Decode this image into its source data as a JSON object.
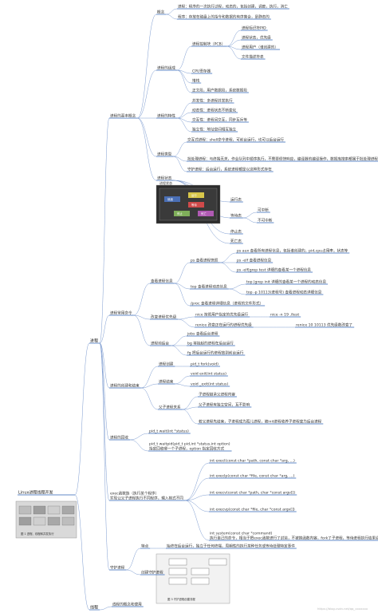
{
  "root": {
    "label": "Linux进程线程开发"
  },
  "main": {
    "label": "进程"
  },
  "branches": {
    "basic": {
      "label": "进程的基本概念",
      "concept": {
        "label": "概念",
        "items": [
          "进程：程序的一次执行过程，动态的，包括创建，调度，执行，消亡",
          "程序：存放在磁盘上的指令和数据的有序集合，是静态的"
        ]
      },
      "composition": {
        "label": "进程的组成",
        "pcb": {
          "label": "进程控制块（PCB）",
          "items": [
            "进程标识符PID",
            "进程状态，优先级",
            "进程用户（谁创建的）",
            "文件描述符表"
          ]
        },
        "others": [
          "CPU寄存器",
          "堆栈",
          "正文段，用户数据段，系统数据段"
        ]
      },
      "features": {
        "label": "进程的特性",
        "items": [
          "并发性：多进程并发执行",
          "动态性：进程状态不断变化",
          "交互性：进程间交互，同步互斥等",
          "独立性：地址空间相互独立"
        ]
      },
      "types": {
        "label": "进程类型",
        "items": [
          "交互式进程：shell命令进程，可前台运行，也可以后台运行",
          "批处理进程：与终端无关，作业队列中顺序执行，不需要很快响应，编译器的编译操作，数据库搜索都属于批处理进程",
          "守护进程：后台运行，系统进程都是以这种形式存在"
        ]
      },
      "states": {
        "label": "进程状态",
        "items": [
          "运行态",
          "等待态",
          "停止态",
          "死亡态"
        ],
        "waiting": [
          "可中断",
          "不可中断"
        ]
      }
    },
    "commands": {
      "label": "进程常用命令",
      "view": {
        "label": "查看进程信息",
        "ps": {
          "label": "ps 查看进程快照",
          "items": [
            "ps aux   查看所有进程信息，包括谁创建的，pid,cpu占用率，状态等",
            "ps -elf 查看进程信息",
            "ps -elf|grep test 详细的查看某一个进程信息"
          ]
        },
        "top": {
          "label": "top 查看进程动态信息",
          "items": [
            "top |grep init  详细的查看某一个进程的动态信息",
            "top -p 10113(进程号)  查看进程动态详细信息"
          ]
        },
        "proc": "/proc 查看进程详细信息（进程的文件形式）"
      },
      "priority": {
        "label": "改变进程优先级",
        "nice": {
          "label": "nice 按照用户指定的优先级运行",
          "example": "nice -n 19 ./test"
        },
        "renice": {
          "label": "renice 改变正在运行的进程优先级",
          "example": "renice 10 10113 优先级数改变了"
        }
      },
      "bg": {
        "label": "进程前后台",
        "items": [
          "jobs 查看后台进程",
          "bg 将挂起的进程在后台运行",
          "fg 把后台运行的进程放到前台运行"
        ]
      }
    },
    "create": {
      "label": "进程的创建和结束",
      "creation": {
        "label": "进程创建",
        "items": [
          "pid_t  fork(void)"
        ]
      },
      "exit": {
        "label": "进程结束",
        "items": [
          "void  exit(int  status)",
          "void  _exit(int  status)"
        ]
      },
      "relation": {
        "label": "父子进程关系",
        "items": [
          "子进程继承父进程内容",
          "父子进程有独立空间，互不影响",
          "若父进程先结束，子进程成为孤儿进程，被init进程收养子进程变为后台进程"
        ]
      }
    },
    "recycle": {
      "label": "进程的回收",
      "items": [
        "pid_t wait(int *status)",
        "pid_t waitpid(pid_t pid,int *status,int option)\n指定回收哪一个子进程，option 指定回收方式"
      ]
    },
    "exec": {
      "label": "exec函数族（执行某个程序）\n实现让父子进程执行不同程序，输入格式不同",
      "items": [
        "int execl(const char *path, const char *arg, ...)",
        "int execlp(const char *file, const char *arg, ...)",
        "int execv(const char *path, char *const argv[])",
        "int execvp(const char *file, char *const argv[])",
        "int system(const char *command)\n执行自己的命令，相当于把exec函数进行了封装，不被换函数内容，fork了子进程，等待进程执行结果返回给程序"
      ]
    },
    "daemon": {
      "label": "守护进程",
      "feature": {
        "label": "特点",
        "text": "始终在后台运行，独立于任何终端，周期性的执行某种任务或等待处理特定事件"
      },
      "create": {
        "label": "创建守护进程"
      }
    }
  },
  "bottom": {
    "thread": "线程",
    "thread_child": "线程的概念和使用"
  },
  "figures": {
    "states_title": "进程状态",
    "states_boxes": [
      "就绪",
      "运行",
      "等待",
      "停止",
      "死亡"
    ],
    "root_caption": "图 1 进程、线程和并发执行",
    "daemon_caption": "图 3  守护进程创建流程"
  },
  "watermark": "https://blog.csdn.net/qq_xxxxxxx",
  "colors": {
    "link": "#2b62b5",
    "text": "#333333",
    "figure_bg": "#2c2c2c"
  }
}
